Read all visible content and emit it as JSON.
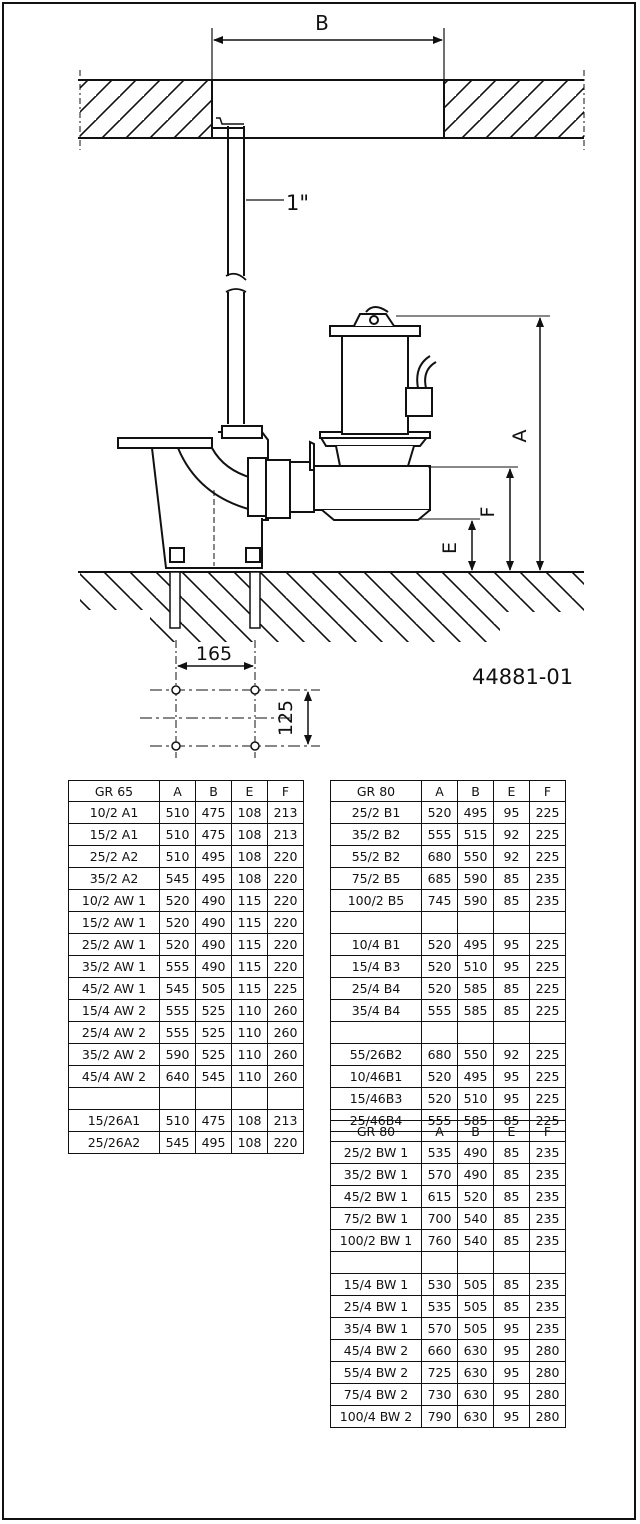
{
  "drawing": {
    "label_B": "B",
    "label_pipe": "1\"",
    "label_A": "A",
    "label_F": "F",
    "label_E": "E",
    "dim_165": "165",
    "dim_125": "125",
    "drawing_number": "44881-01"
  },
  "tables": {
    "gr65": {
      "headers": [
        "GR 65",
        "A",
        "B",
        "E",
        "F"
      ],
      "rows": [
        [
          "10/2  A1",
          "510",
          "475",
          "108",
          "213"
        ],
        [
          "15/2  A1",
          "510",
          "475",
          "108",
          "213"
        ],
        [
          "25/2  A2",
          "510",
          "495",
          "108",
          "220"
        ],
        [
          "35/2  A2",
          "545",
          "495",
          "108",
          "220"
        ],
        [
          "10/2  AW 1",
          "520",
          "490",
          "115",
          "220"
        ],
        [
          "15/2  AW 1",
          "520",
          "490",
          "115",
          "220"
        ],
        [
          "25/2  AW 1",
          "520",
          "490",
          "115",
          "220"
        ],
        [
          "35/2  AW 1",
          "555",
          "490",
          "115",
          "220"
        ],
        [
          "45/2  AW 1",
          "545",
          "505",
          "115",
          "225"
        ],
        [
          "15/4  AW 2",
          "555",
          "525",
          "110",
          "260"
        ],
        [
          "25/4  AW 2",
          "555",
          "525",
          "110",
          "260"
        ],
        [
          "35/2  AW 2",
          "590",
          "525",
          "110",
          "260"
        ],
        [
          "45/4  AW 2",
          "640",
          "545",
          "110",
          "260"
        ],
        [
          "",
          "",
          "",
          "",
          ""
        ],
        [
          "15/26A1",
          "510",
          "475",
          "108",
          "213"
        ],
        [
          "25/26A2",
          "545",
          "495",
          "108",
          "220"
        ]
      ]
    },
    "gr80_b": {
      "headers": [
        "GR 80",
        "A",
        "B",
        "E",
        "F"
      ],
      "rows": [
        [
          "25/2  B1",
          "520",
          "495",
          "95",
          "225"
        ],
        [
          "35/2  B2",
          "555",
          "515",
          "92",
          "225"
        ],
        [
          "55/2  B2",
          "680",
          "550",
          "92",
          "225"
        ],
        [
          "75/2  B5",
          "685",
          "590",
          "85",
          "235"
        ],
        [
          "100/2  B5",
          "745",
          "590",
          "85",
          "235"
        ],
        [
          "",
          "",
          "",
          "",
          ""
        ],
        [
          "10/4  B1",
          "520",
          "495",
          "95",
          "225"
        ],
        [
          "15/4  B3",
          "520",
          "510",
          "95",
          "225"
        ],
        [
          "25/4  B4",
          "520",
          "585",
          "85",
          "225"
        ],
        [
          "35/4  B4",
          "555",
          "585",
          "85",
          "225"
        ],
        [
          "",
          "",
          "",
          "",
          ""
        ],
        [
          "55/26B2",
          "680",
          "550",
          "92",
          "225"
        ],
        [
          "10/46B1",
          "520",
          "495",
          "95",
          "225"
        ],
        [
          "15/46B3",
          "520",
          "510",
          "95",
          "225"
        ],
        [
          "25/46B4",
          "555",
          "585",
          "85",
          "225"
        ]
      ]
    },
    "gr80_bw": {
      "headers": [
        "GR 80",
        "A",
        "B",
        "E",
        "F"
      ],
      "rows": [
        [
          "25/2  BW 1",
          "535",
          "490",
          "85",
          "235"
        ],
        [
          "35/2  BW 1",
          "570",
          "490",
          "85",
          "235"
        ],
        [
          "45/2  BW 1",
          "615",
          "520",
          "85",
          "235"
        ],
        [
          "75/2  BW 1",
          "700",
          "540",
          "85",
          "235"
        ],
        [
          "100/2  BW 1",
          "760",
          "540",
          "85",
          "235"
        ],
        [
          "",
          "",
          "",
          "",
          ""
        ],
        [
          "15/4  BW 1",
          "530",
          "505",
          "85",
          "235"
        ],
        [
          "25/4  BW 1",
          "535",
          "505",
          "85",
          "235"
        ],
        [
          "35/4  BW 1",
          "570",
          "505",
          "95",
          "235"
        ],
        [
          "45/4  BW 2",
          "660",
          "630",
          "95",
          "280"
        ],
        [
          "55/4  BW 2",
          "725",
          "630",
          "95",
          "280"
        ],
        [
          "75/4  BW 2",
          "730",
          "630",
          "95",
          "280"
        ],
        [
          "100/4  BW 2",
          "790",
          "630",
          "95",
          "280"
        ]
      ]
    }
  }
}
